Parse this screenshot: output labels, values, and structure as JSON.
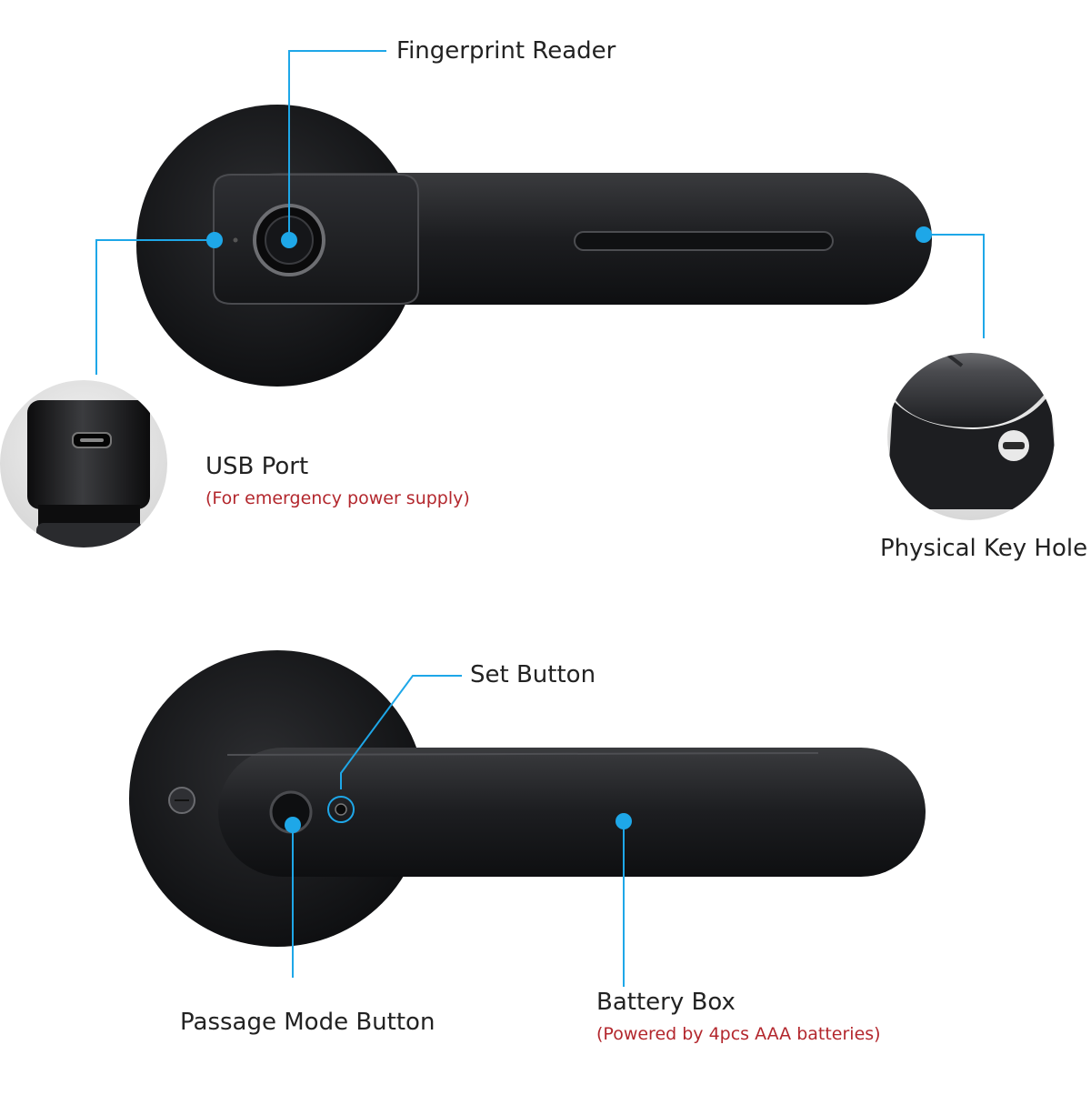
{
  "labels": {
    "fingerprint_reader": "Fingerprint Reader",
    "usb_port": "USB Port",
    "usb_port_note": "(For emergency power supply)",
    "physical_key_hole": "Physical Key Hole",
    "set_button": "Set Button",
    "passage_mode_button": "Passage Mode Button",
    "battery_box": "Battery Box",
    "battery_box_note": "(Powered by 4pcs AAA batteries)"
  },
  "colors": {
    "callout": "#1ea7e8",
    "note_text": "#b3272d",
    "label_text": "#222222",
    "lock_body": "#1f2022"
  }
}
